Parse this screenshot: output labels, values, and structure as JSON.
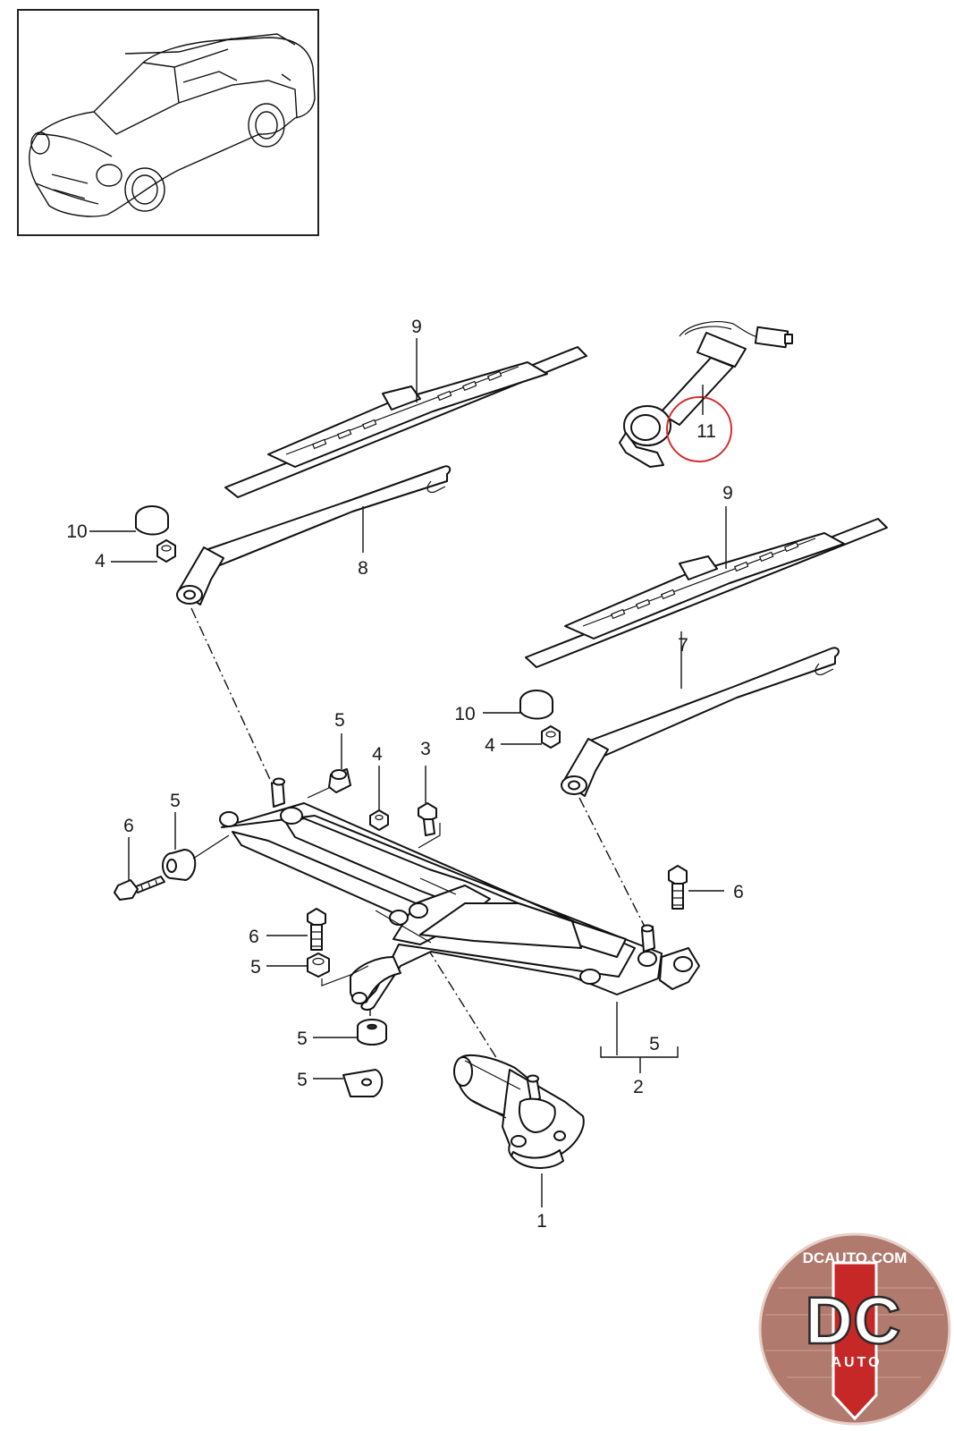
{
  "callouts": {
    "c9a": "9",
    "c9b": "9",
    "c11": "11",
    "c10a": "10",
    "c10b": "10",
    "c4a": "4",
    "c4b": "4",
    "c4c": "4",
    "c8": "8",
    "c7": "7",
    "c5a": "5",
    "c5b": "5",
    "c5c": "5",
    "c5d": "5",
    "c5e": "5",
    "c5f": "5",
    "c3": "3",
    "c6a": "6",
    "c6b": "6",
    "c6c": "6",
    "c2": "2",
    "c1": "1"
  },
  "logo": {
    "top_text": "DCAUTO.COM",
    "main_text": "DC",
    "sub_text": "AUTO"
  },
  "colors": {
    "highlight_circle": "#d32f2f",
    "logo_red": "#c62828",
    "logo_bg": "#b07a6e"
  }
}
